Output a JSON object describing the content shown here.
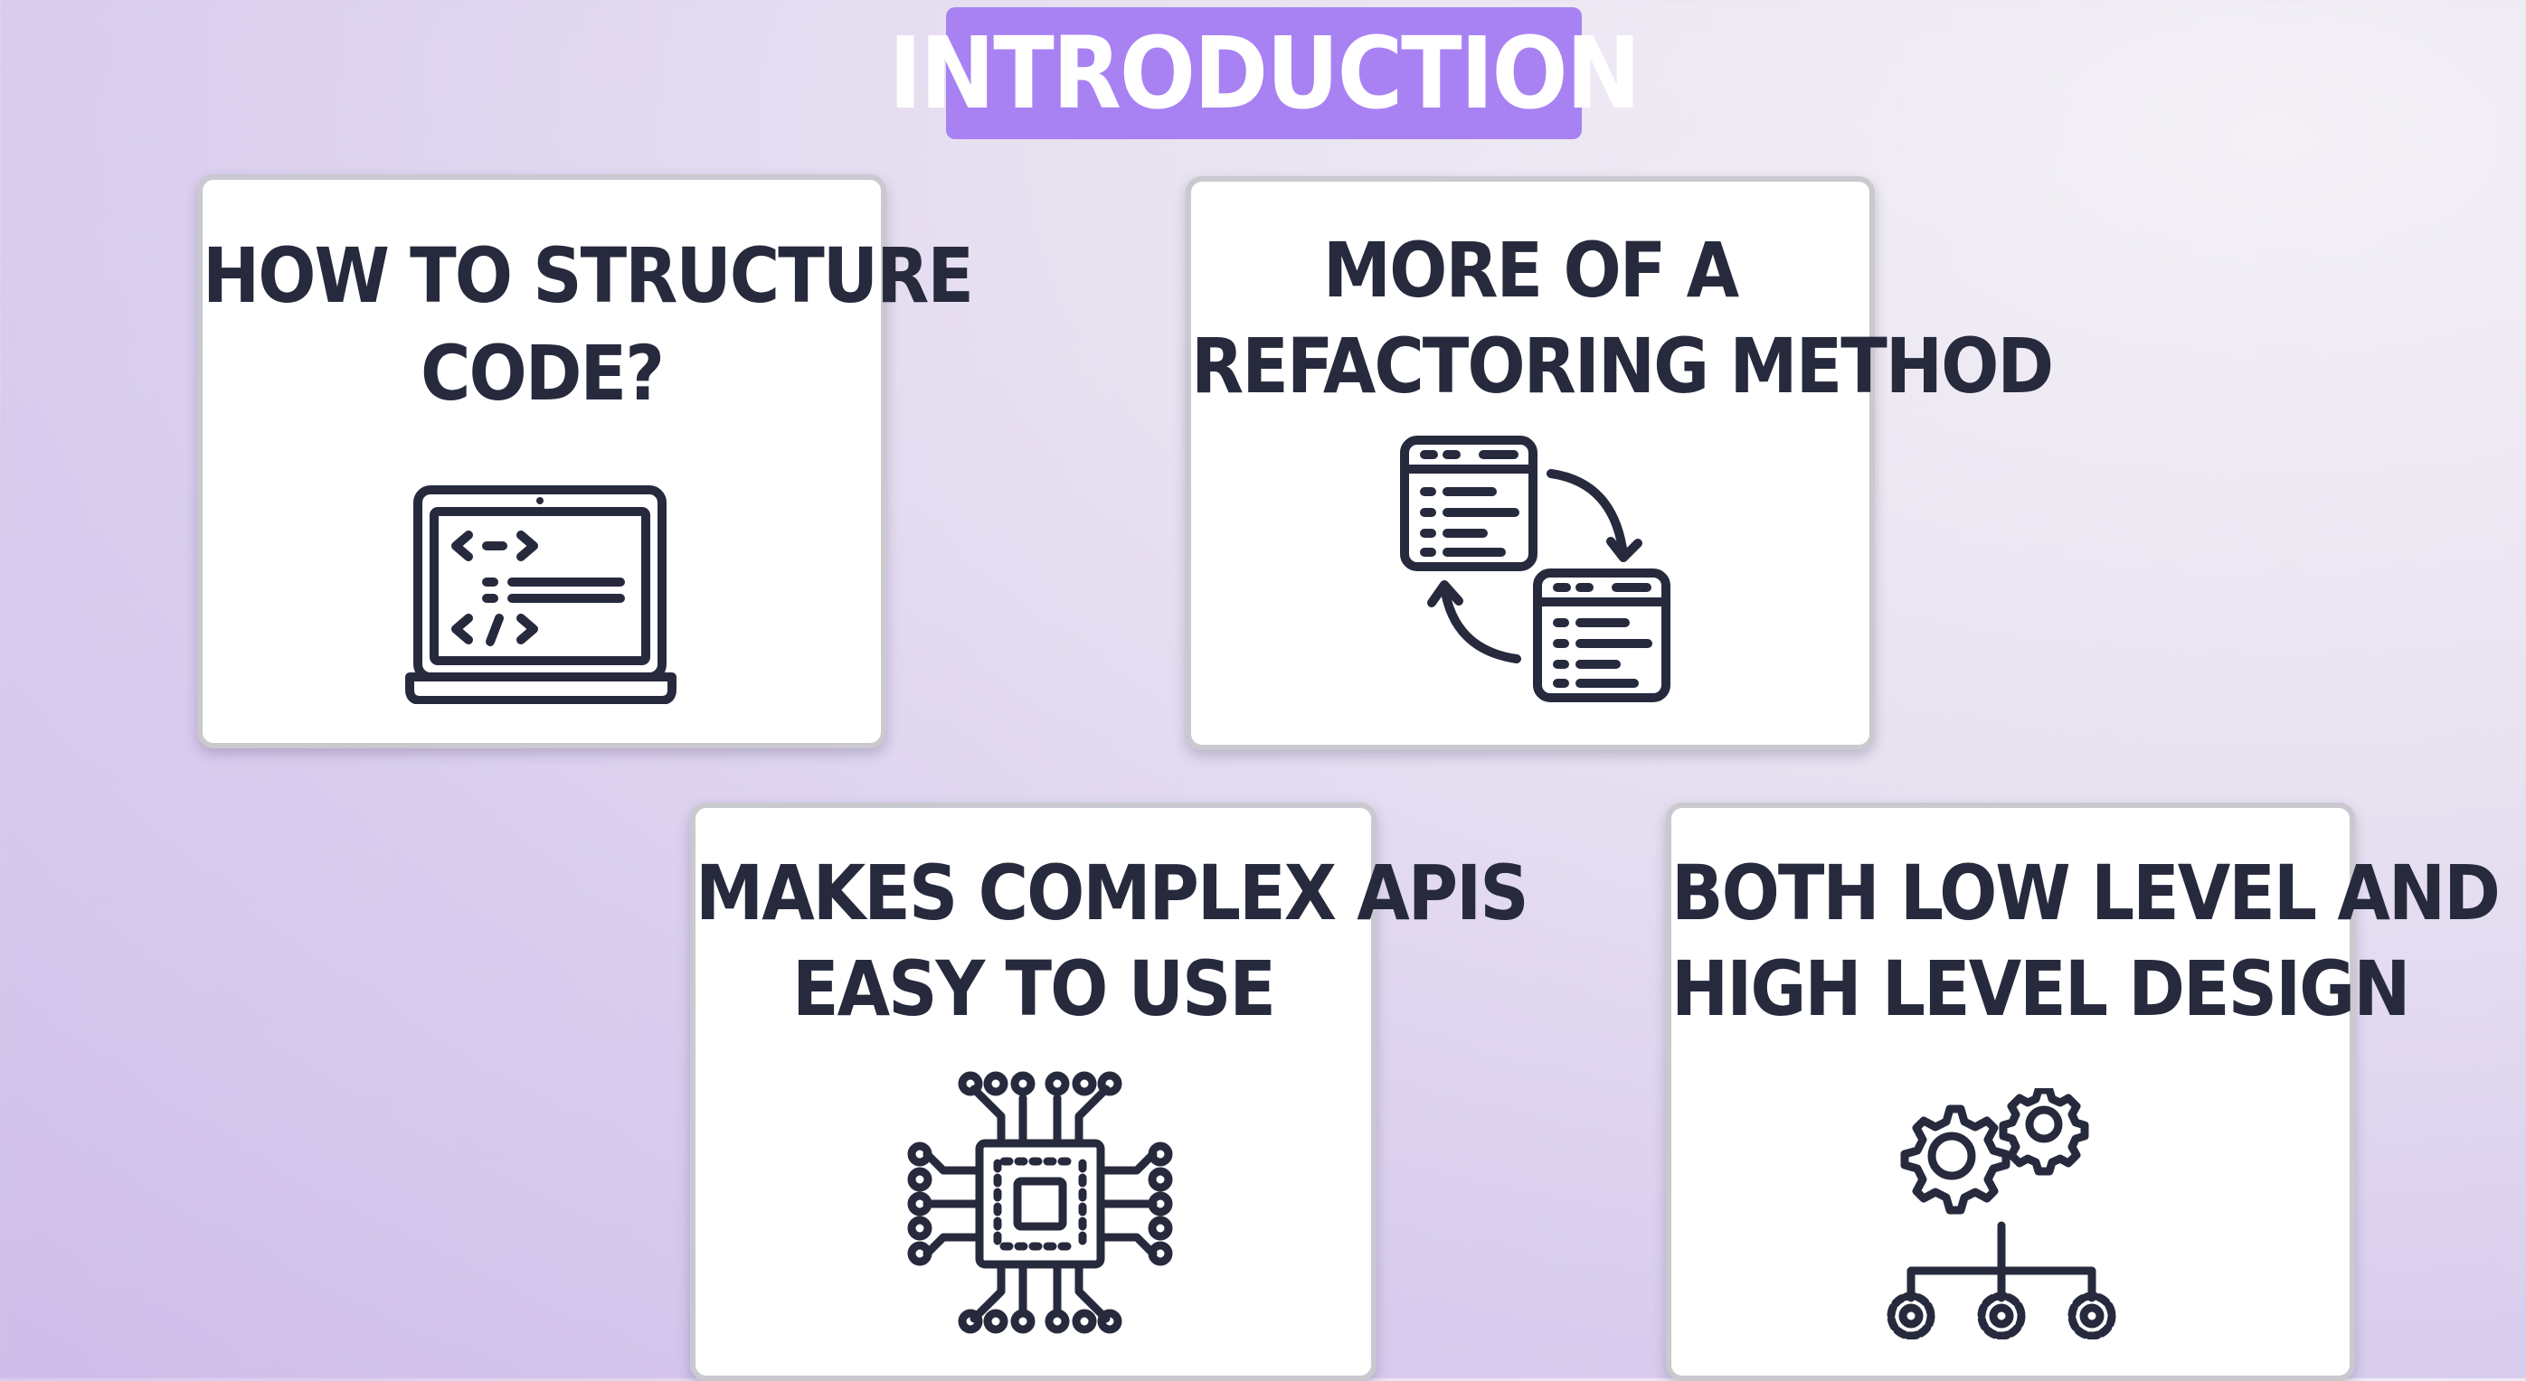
{
  "header": {
    "title": "INTRODUCTION"
  },
  "cards": [
    {
      "line1": "HOW TO STRUCTURE",
      "line2": "CODE?"
    },
    {
      "line1": "MORE OF A",
      "line2": "REFACTORING METHOD"
    },
    {
      "line1": "MAKES COMPLEX APIS",
      "line2": "EASY TO USE"
    },
    {
      "line1": "BOTH LOW LEVEL AND",
      "line2": "HIGH LEVEL DESIGN"
    }
  ],
  "colors": {
    "accent": "#a882f2",
    "ink": "#272a3d",
    "card": "#ffffff"
  },
  "icons": [
    "laptop-code-icon",
    "refactor-cycle-icon",
    "chip-icon",
    "gear-hierarchy-icon"
  ]
}
